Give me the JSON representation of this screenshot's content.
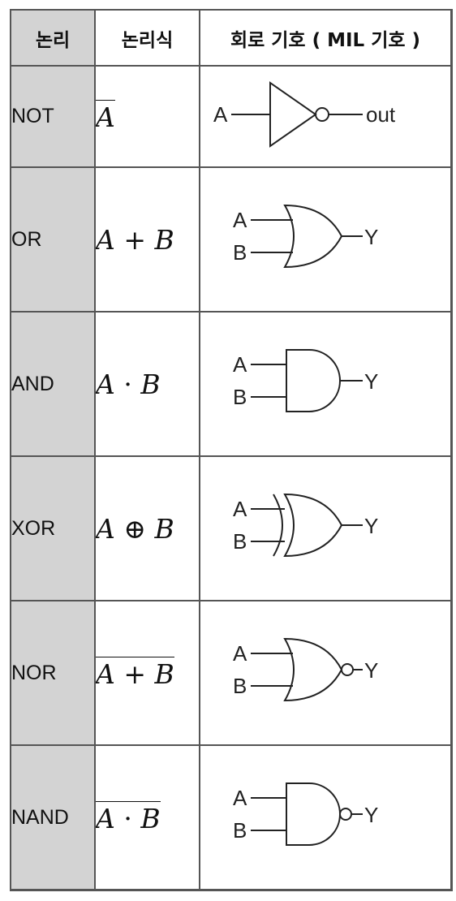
{
  "headers": {
    "name": "논리",
    "expr": "논리식",
    "symbol": "회로 기호 ( MIL 기호 )"
  },
  "rows": [
    {
      "name": "NOT",
      "expr": {
        "a": "A",
        "op": "",
        "b": "",
        "overline": true
      },
      "inputs": [
        "A"
      ],
      "output": "out",
      "icon": "not-gate-icon"
    },
    {
      "name": "OR",
      "expr": {
        "a": "A",
        "op": "+",
        "b": "B",
        "overline": false
      },
      "inputs": [
        "A",
        "B"
      ],
      "output": "Y",
      "icon": "or-gate-icon"
    },
    {
      "name": "AND",
      "expr": {
        "a": "A",
        "op": "·",
        "b": "B",
        "overline": false
      },
      "inputs": [
        "A",
        "B"
      ],
      "output": "Y",
      "icon": "and-gate-icon"
    },
    {
      "name": "XOR",
      "expr": {
        "a": "A",
        "op": "⊕",
        "b": "B",
        "overline": false
      },
      "inputs": [
        "A",
        "B"
      ],
      "output": "Y",
      "icon": "xor-gate-icon"
    },
    {
      "name": "NOR",
      "expr": {
        "a": "A",
        "op": "+",
        "b": "B",
        "overline": true
      },
      "inputs": [
        "A",
        "B"
      ],
      "output": "Y",
      "icon": "nor-gate-icon"
    },
    {
      "name": "NAND",
      "expr": {
        "a": "A",
        "op": "·",
        "b": "B",
        "overline": true
      },
      "inputs": [
        "A",
        "B"
      ],
      "output": "Y",
      "icon": "nand-gate-icon"
    }
  ],
  "colors": {
    "header_bg": "#d3d3d3",
    "border": "#555555",
    "line": "#222222"
  }
}
